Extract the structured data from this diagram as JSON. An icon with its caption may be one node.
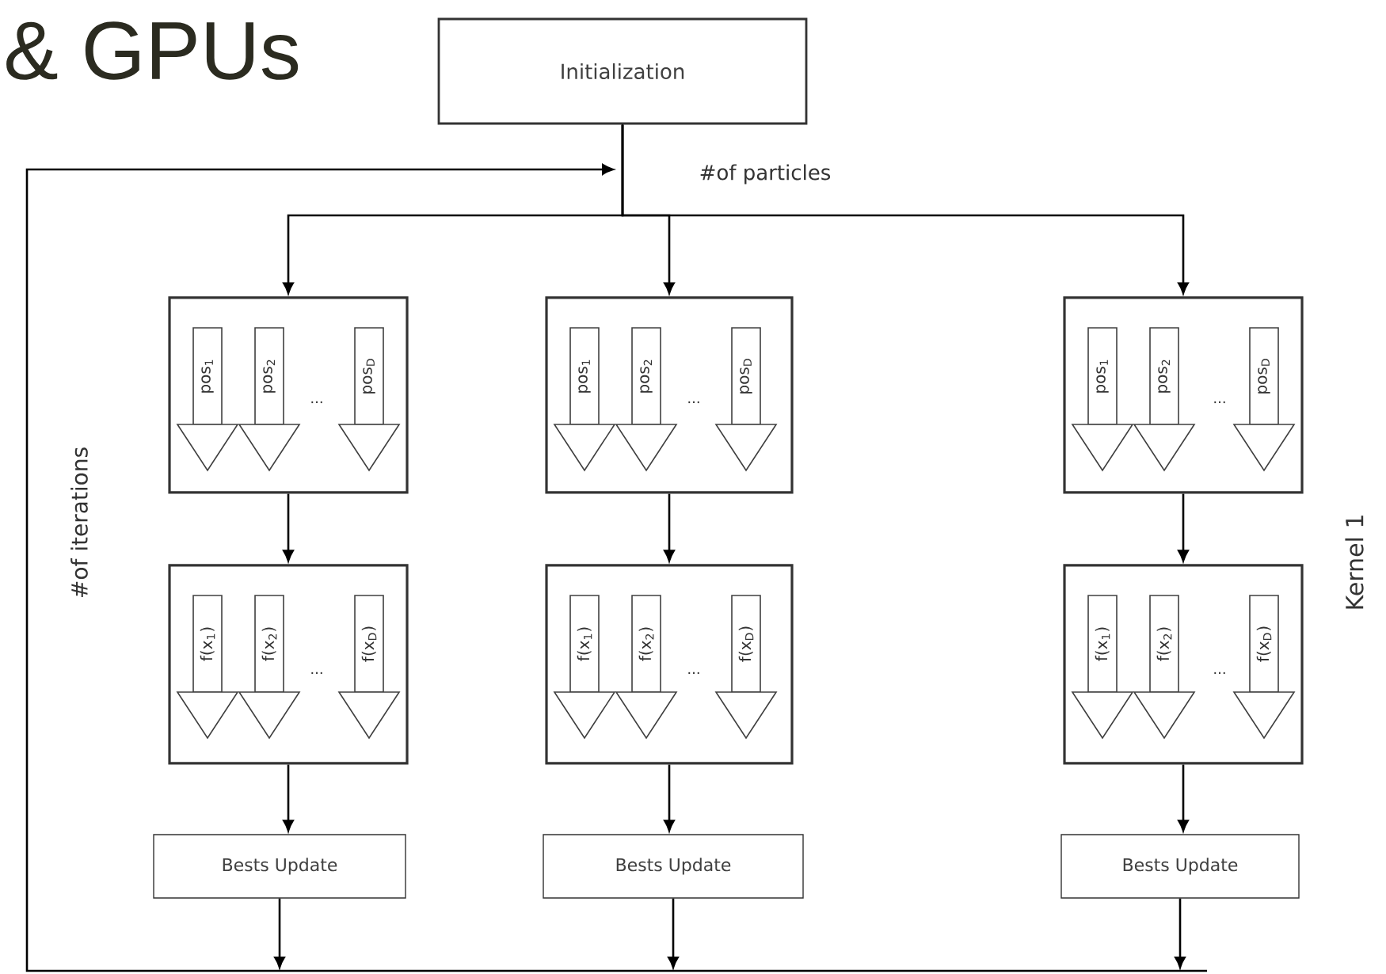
{
  "diagram": {
    "title": "& GPUs",
    "nodes": [
      {
        "text": [
          "Initialization"
        ]
      },
      {
        "text": [],
        "shape": "box"
      },
      {
        "text": [
          "pos$_{1}$"
        ],
        "in": 1
      },
      {
        "text": [
          "pos$_{2}$"
        ],
        "in": 1
      },
      {
        "text": [
          "pos$_{D}$"
        ],
        "in": 1
      },
      {
        "text": [],
        "shape": "box"
      },
      {
        "text": [
          "pos$_{1}$"
        ],
        "in": 5
      },
      {
        "text": [
          "pos$_{2}$"
        ],
        "in": 5
      },
      {
        "text": [
          "pos$_{D}$"
        ],
        "in": 5
      },
      {
        "text": [],
        "shape": "box"
      },
      {
        "text": [
          "pos$_{1}$"
        ],
        "in": 9
      },
      {
        "text": [
          "pos$_{2}$"
        ],
        "in": 9
      },
      {
        "text": [
          "pos$_{D}$"
        ],
        "in": 9
      },
      {
        "text": [],
        "shape": "box"
      },
      {
        "text": [
          "f(x$_{1}$)"
        ],
        "in": 13
      },
      {
        "text": [
          "f(x$_{2}$)"
        ],
        "in": 13
      },
      {
        "text": [
          "f(x$_{D}$)"
        ],
        "in": 13
      },
      {
        "text": [],
        "shape": "box"
      },
      {
        "text": [
          "f(x$_{1}$)"
        ],
        "in": 17
      },
      {
        "text": [
          "f(x$_{2}$)"
        ],
        "in": 17
      },
      {
        "text": [
          "f(x$_{D}$)"
        ],
        "in": 17
      },
      {
        "text": [],
        "shape": "box"
      },
      {
        "text": [
          "f(x$_{1}$)"
        ],
        "in": 21
      },
      {
        "text": [
          "f(x$_{2}$)"
        ],
        "in": 21
      },
      {
        "text": [
          "f(x$_{D}$)"
        ],
        "in": 21
      },
      {
        "text": [
          "Bests Update"
        ]
      },
      {
        "text": [
          "Bests Update"
        ]
      },
      {
        "text": [
          "Bests Update"
        ]
      }
    ],
    "edges": [
      {
        "from": 0,
        "to": 1,
        "arrow": "to"
      },
      {
        "from": 0,
        "to": 5,
        "arrow": "to"
      },
      {
        "from": 0,
        "to": 9,
        "arrow": "to"
      },
      {
        "from": 1,
        "to": 13,
        "arrow": "to"
      },
      {
        "from": 5,
        "to": 17,
        "arrow": "to"
      },
      {
        "from": 9,
        "to": 21,
        "arrow": "to"
      },
      {
        "from": 13,
        "to": 25,
        "arrow": "to"
      },
      {
        "from": 17,
        "to": 26,
        "arrow": "to"
      },
      {
        "from": 21,
        "to": 27,
        "arrow": "to"
      },
      {
        "from": 25,
        "to": null,
        "arrow": "to"
      },
      {
        "from": 26,
        "to": null,
        "arrow": "to"
      },
      {
        "from": 27,
        "to": null,
        "arrow": "to"
      }
    ],
    "labels": [
      "#of particles",
      "...",
      "...",
      "...",
      "#of iterations",
      "Kernel 1",
      "...",
      "...",
      "..."
    ]
  }
}
